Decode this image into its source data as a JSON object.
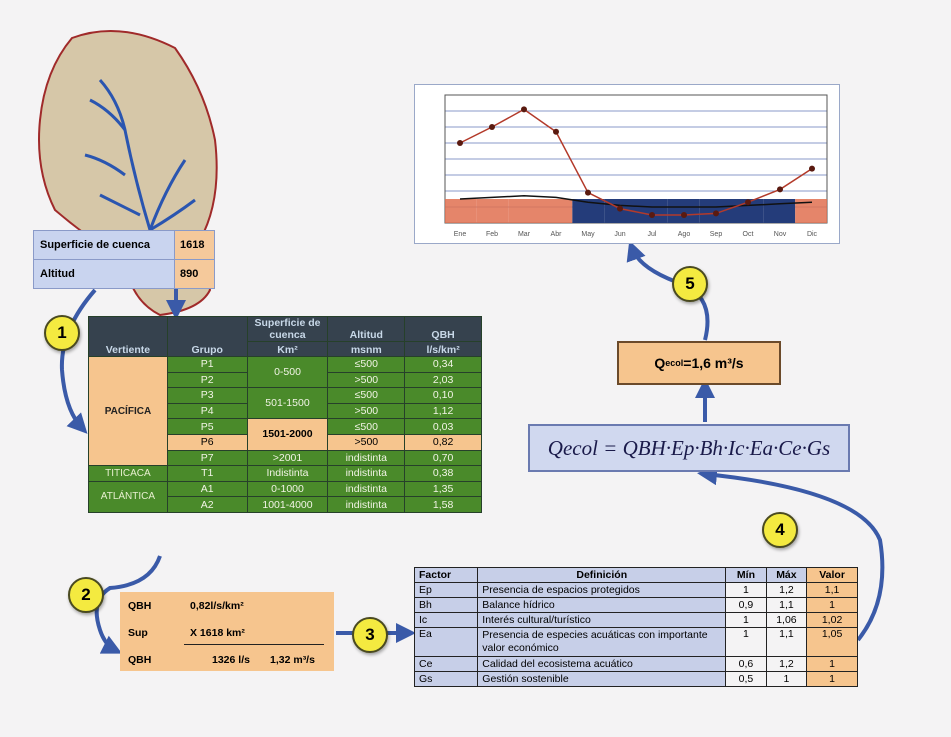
{
  "basin": {
    "area_label": "Superficie de cuenca",
    "area_value": "1618",
    "alt_label": "Altitud",
    "alt_value": "890"
  },
  "steps": [
    "1",
    "2",
    "3",
    "4",
    "5"
  ],
  "group_table": {
    "headers": [
      "Vertiente",
      "Grupo",
      "Superficie de cuenca",
      "Km²",
      "Altitud",
      "msnm",
      "QBH",
      "l/s/km²"
    ],
    "rows": [
      {
        "vertiente": "PACÍFICA",
        "grupo": "P1",
        "superficie": "0-500",
        "altitud": "≤500",
        "qbh": "0,34"
      },
      {
        "vertiente": "",
        "grupo": "P2",
        "superficie": "",
        "altitud": ">500",
        "qbh": "2,03"
      },
      {
        "vertiente": "",
        "grupo": "P3",
        "superficie": "501-1500",
        "altitud": "≤500",
        "qbh": "0,10"
      },
      {
        "vertiente": "",
        "grupo": "P4",
        "superficie": "",
        "altitud": ">500",
        "qbh": "1,12"
      },
      {
        "vertiente": "",
        "grupo": "P5",
        "superficie": "1501-2000",
        "altitud": "≤500",
        "qbh": "0,03"
      },
      {
        "vertiente": "",
        "grupo": "P6",
        "superficie": "",
        "altitud": ">500",
        "qbh": "0,82"
      },
      {
        "vertiente": "",
        "grupo": "P7",
        "superficie": ">2001",
        "altitud": "indistinta",
        "qbh": "0,70"
      },
      {
        "vertiente": "TITICACA",
        "grupo": "T1",
        "superficie": "Indistinta",
        "altitud": "indistinta",
        "qbh": "0,38"
      },
      {
        "vertiente": "ATLÁNTICA",
        "grupo": "A1",
        "superficie": "0-1000",
        "altitud": "indistinta",
        "qbh": "1,35"
      },
      {
        "vertiente": "",
        "grupo": "A2",
        "superficie": "1001-4000",
        "altitud": "indistinta",
        "qbh": "1,58"
      }
    ]
  },
  "calc": {
    "l1": "QBH",
    "v1": "0,82l/s/km²",
    "l2": "Sup",
    "v2": "X 1618 km²",
    "l3": "QBH",
    "v3a": "1326 l/s",
    "v3b": "1,32 m³/s"
  },
  "factor_table": {
    "headers": [
      "Factor",
      "Definición",
      "Mín",
      "Máx",
      "Valor"
    ],
    "rows": [
      {
        "f": "Ep",
        "d": "Presencia de espacios protegidos",
        "min": "1",
        "max": "1,2",
        "val": "1,1"
      },
      {
        "f": "Bh",
        "d": "Balance hídrico",
        "min": "0,9",
        "max": "1,1",
        "val": "1"
      },
      {
        "f": "Ic",
        "d": "Interés cultural/turístico",
        "min": "1",
        "max": "1,06",
        "val": "1,02"
      },
      {
        "f": "Ea",
        "d": "Presencia de especies acuáticas con importante valor económico",
        "min": "1",
        "max": "1,1",
        "val": "1,05"
      },
      {
        "f": "Ce",
        "d": "Calidad del ecosistema acuático",
        "min": "0,6",
        "max": "1,2",
        "val": "1"
      },
      {
        "f": "Gs",
        "d": "Gestión sostenible",
        "min": "0,5",
        "max": "1",
        "val": "1"
      }
    ]
  },
  "formula": "Qecol = QBH·Ep·Bh·Ic·Ea·Ce·Gs",
  "result": {
    "q": "Q",
    "sub": "ecol",
    "rest": "=1,6 m³/s"
  },
  "chart_data": {
    "type": "line",
    "x": [
      "Ene",
      "Feb",
      "Mar",
      "Abr",
      "May",
      "Jun",
      "Jul",
      "Ago",
      "Sep",
      "Oct",
      "Nov",
      "Dic"
    ],
    "series": [
      {
        "values": [
          5.0,
          6.0,
          7.1,
          5.7,
          1.9,
          0.9,
          0.5,
          0.5,
          0.6,
          1.3,
          2.1,
          3.4
        ]
      },
      {
        "values": [
          1.5,
          1.6,
          1.7,
          1.6,
          1.3,
          1.1,
          1.0,
          1.0,
          1.0,
          1.1,
          1.2,
          1.3
        ]
      }
    ],
    "ylim": [
      0,
      8
    ],
    "colors": {
      "line": "#b33a2a",
      "bar_low": "#243c7a",
      "bar_high": "#e07050"
    }
  }
}
